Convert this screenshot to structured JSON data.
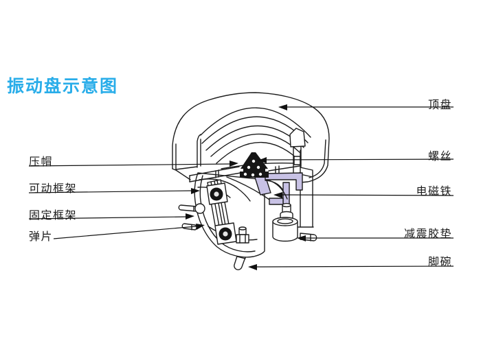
{
  "page": {
    "background": "#ffffff"
  },
  "title": {
    "text": "振动盘示意图",
    "color": "#29ade9"
  },
  "diagram": {
    "line_color": "#1c1c1c",
    "electromagnet_fill": "#c8c2e5",
    "cap_fill": "#161616",
    "labels_left": [
      {
        "text": "压帽"
      },
      {
        "text": "可动框架"
      },
      {
        "text": "固定框架"
      },
      {
        "text": "弹片"
      }
    ],
    "labels_right": [
      {
        "text": "顶盘"
      },
      {
        "text": "螺丝"
      },
      {
        "text": "电磁铁"
      },
      {
        "text": "减震胶垫"
      },
      {
        "text": "脚碗"
      }
    ]
  }
}
